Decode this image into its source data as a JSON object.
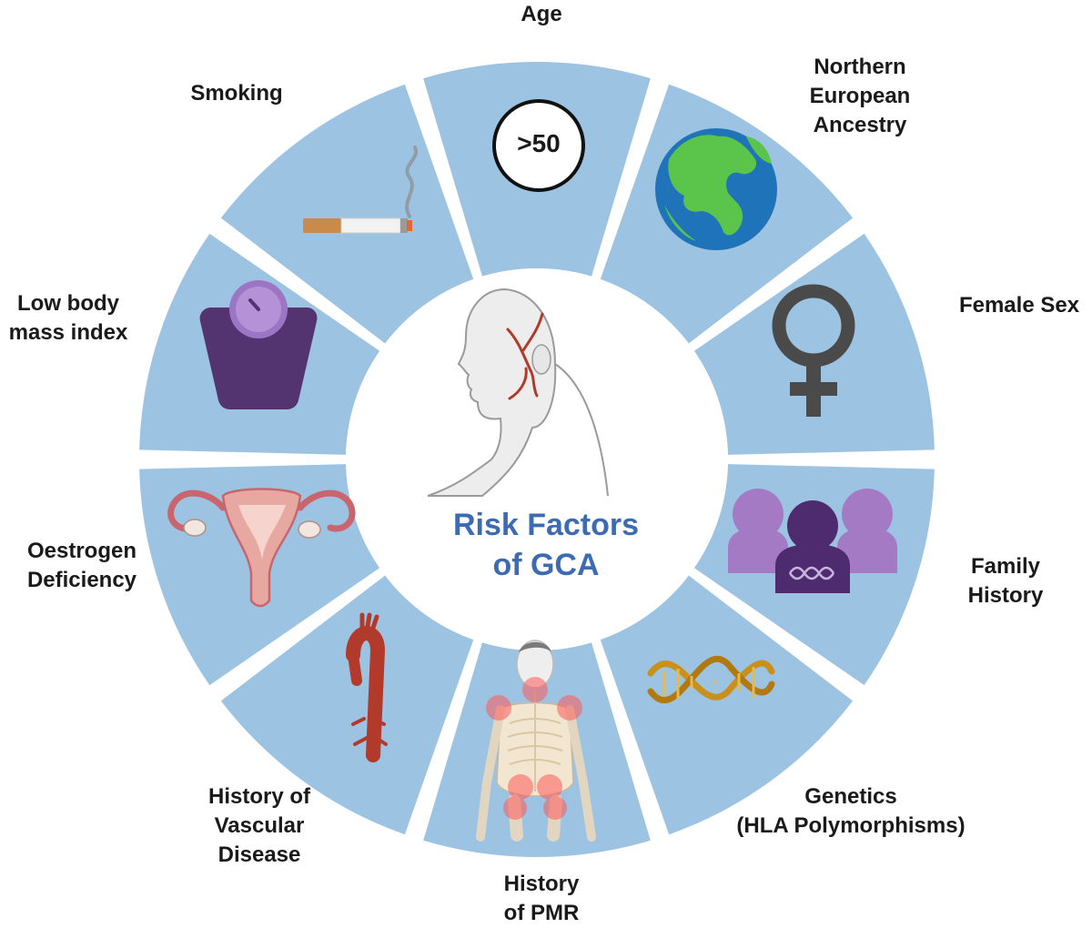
{
  "center": {
    "title_line1": "Risk Factors",
    "title_line2": "of GCA"
  },
  "age_badge": ">50",
  "factors": [
    {
      "id": "age",
      "lines": [
        "Age"
      ],
      "icon": "age-badge-icon"
    },
    {
      "id": "ancestry",
      "lines": [
        "Northern",
        "European",
        "Ancestry"
      ],
      "icon": "globe-icon"
    },
    {
      "id": "female-sex",
      "lines": [
        "Female Sex"
      ],
      "icon": "venus-symbol-icon"
    },
    {
      "id": "family-history",
      "lines": [
        "Family",
        "History"
      ],
      "icon": "family-dna-icon"
    },
    {
      "id": "genetics",
      "lines": [
        "Genetics",
        "(HLA Polymorphisms)"
      ],
      "icon": "dna-helix-icon"
    },
    {
      "id": "pmr",
      "lines": [
        "History",
        "of PMR"
      ],
      "icon": "skeleton-inflammation-icon"
    },
    {
      "id": "vascular",
      "lines": [
        "History of",
        "Vascular",
        "Disease"
      ],
      "icon": "aorta-icon"
    },
    {
      "id": "oestrogen",
      "lines": [
        "Oestrogen",
        "Deficiency"
      ],
      "icon": "uterus-icon"
    },
    {
      "id": "bmi",
      "lines": [
        "Low body",
        "mass index"
      ],
      "icon": "scale-icon"
    },
    {
      "id": "smoking",
      "lines": [
        "Smoking"
      ],
      "icon": "cigarette-icon"
    }
  ],
  "colors": {
    "segment": "#9dc3e3",
    "title": "#3d6bb3",
    "purple": "#5b3a7a",
    "artery": "#b23a2a"
  }
}
